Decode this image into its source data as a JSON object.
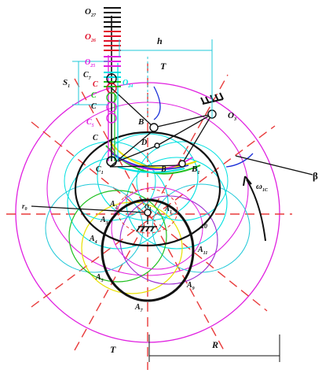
{
  "labels": {
    "o27": "O",
    "o27_sub": "27",
    "o26": "O",
    "o26_sub": "26",
    "o25": "O",
    "o25_sub": "25",
    "o24": "O",
    "o24_sub": "24",
    "h": "h",
    "t_top": "T",
    "t_bottom": "T",
    "s1": "S",
    "s1_sub": "1",
    "c7": "C",
    "c7_sub": "7",
    "c_a": "C",
    "c_b": "C",
    "c_c": "C",
    "c5": "C",
    "c5_sub": "5",
    "c_d": "C",
    "c1": "C",
    "c1_sub": "1",
    "b": "B",
    "b_mid": "B",
    "b1": "B",
    "b1_sub": "1",
    "d": "D",
    "o3": "O",
    "o3_sub": "3",
    "beta": "β",
    "omega": "ω",
    "omega_sub": "1C",
    "r0": "r",
    "r0_sub": "0",
    "a2": "A",
    "a2_sub": "2",
    "a3": "A",
    "a3_sub": "3",
    "a4": "A",
    "a4_sub": "4",
    "a5": "A",
    "a5_sub": "5",
    "a9": "A",
    "a9_sub": "9",
    "a11": "A",
    "a11_sub": "11",
    "a10": "10",
    "a7": "A",
    "a7_sub": "7",
    "a1": "A",
    "a1_sub": "1",
    "o_center": "O",
    "o_center_sub": "1",
    "r": "R"
  },
  "colors": {
    "black": "#111111",
    "red": "#e0102a",
    "red_dash": "#e83a3a",
    "magenta": "#e020e0",
    "cyan": "#00e0e0",
    "cyan_dim": "#20c8d8",
    "green": "#20c020",
    "yellow": "#e8e000",
    "blue": "#1a2fd8",
    "navy": "#10106a",
    "purple": "#9a2ad0"
  }
}
